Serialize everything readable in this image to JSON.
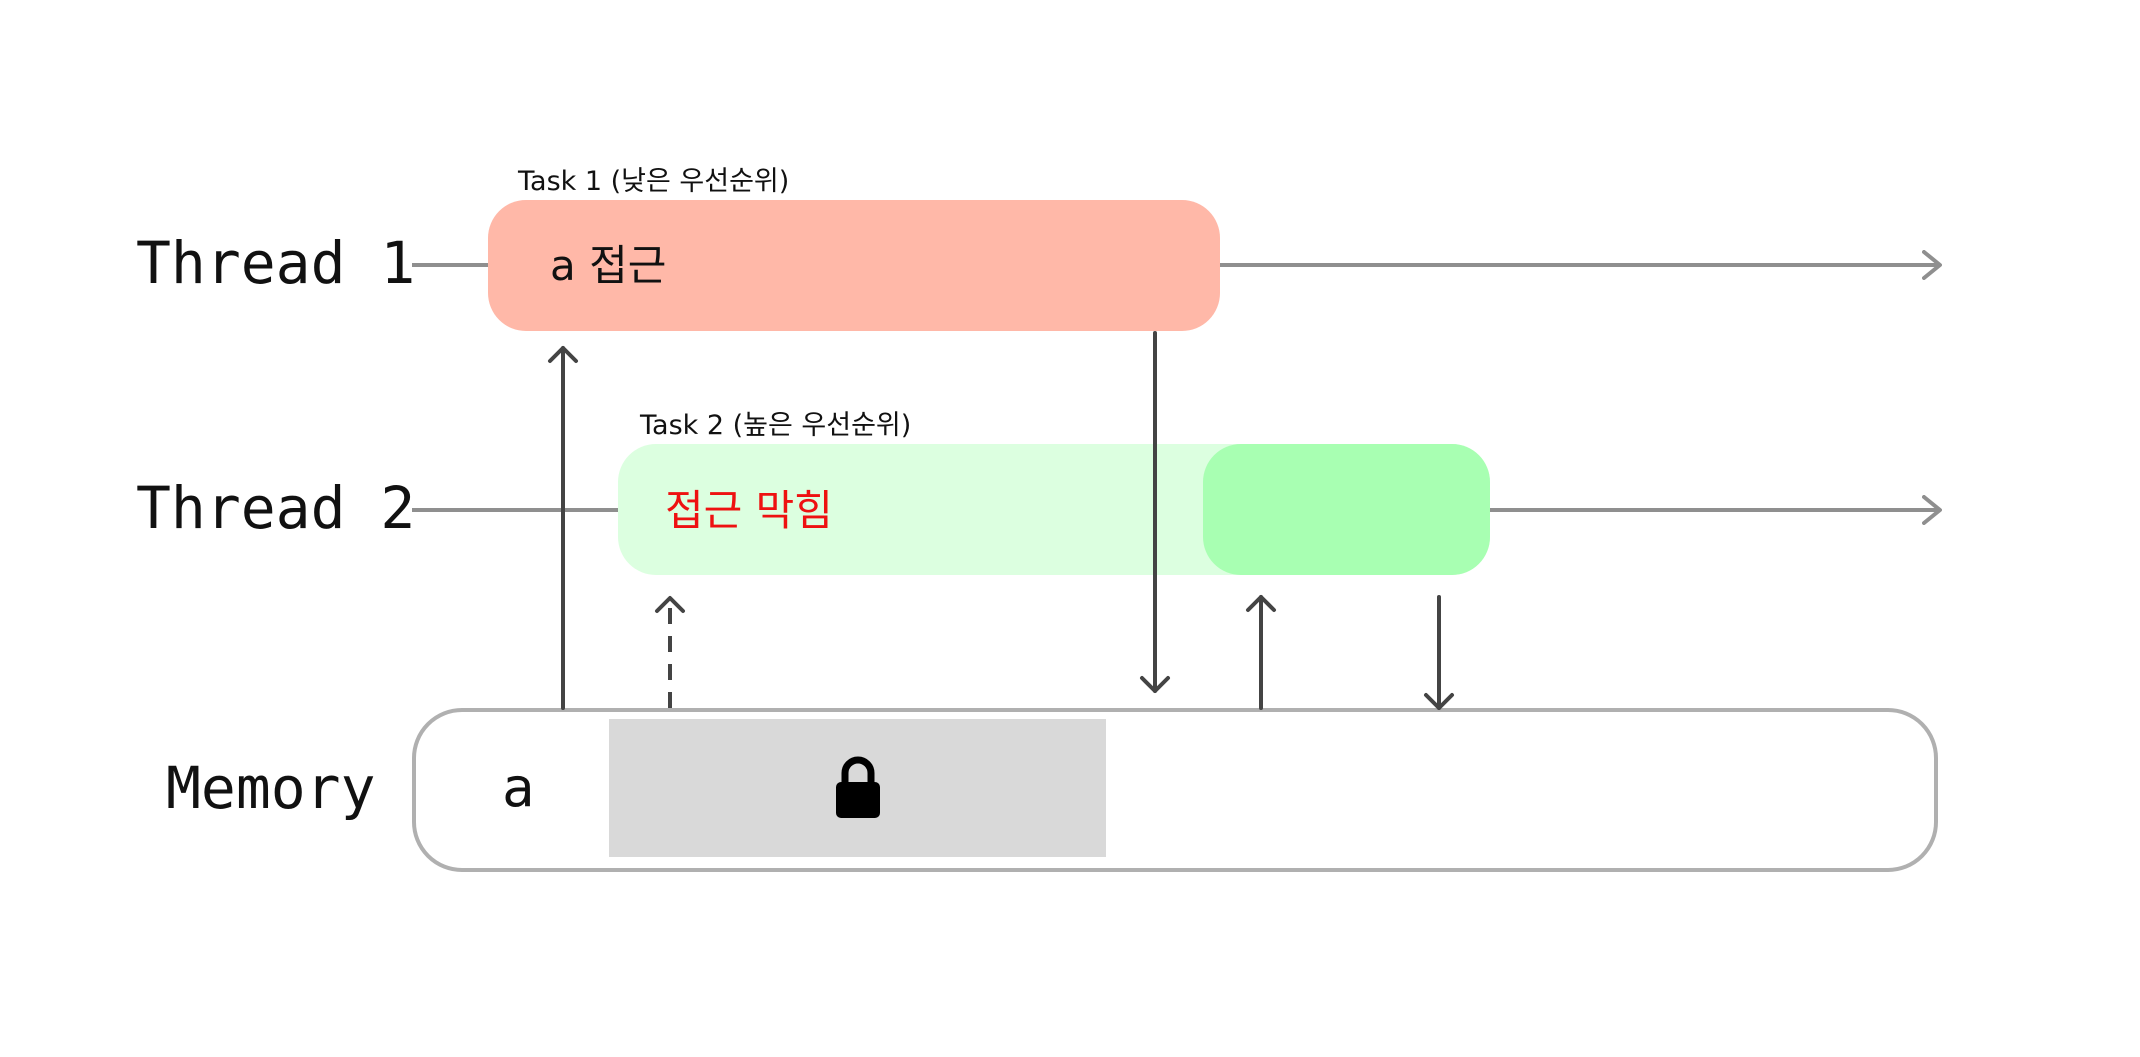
{
  "rows": {
    "thread1": "Thread 1",
    "thread2": "Thread 2",
    "memory": "Memory"
  },
  "tasks": {
    "task1": {
      "caption": "Task 1 (낮은 우선순위)",
      "bar_label": "a 접근",
      "color": "#ffb8a8"
    },
    "task2": {
      "caption": "Task 2 (높은 우선순위)",
      "blocked_label": "접근 막힘",
      "blocked_color": "#dcffe0",
      "active_color": "#a8ffb2",
      "blocked_text_color": "#ee1111"
    }
  },
  "memory": {
    "variable": "a",
    "locked_region_color": "#d9d9d9",
    "lock_icon": "lock-icon"
  }
}
